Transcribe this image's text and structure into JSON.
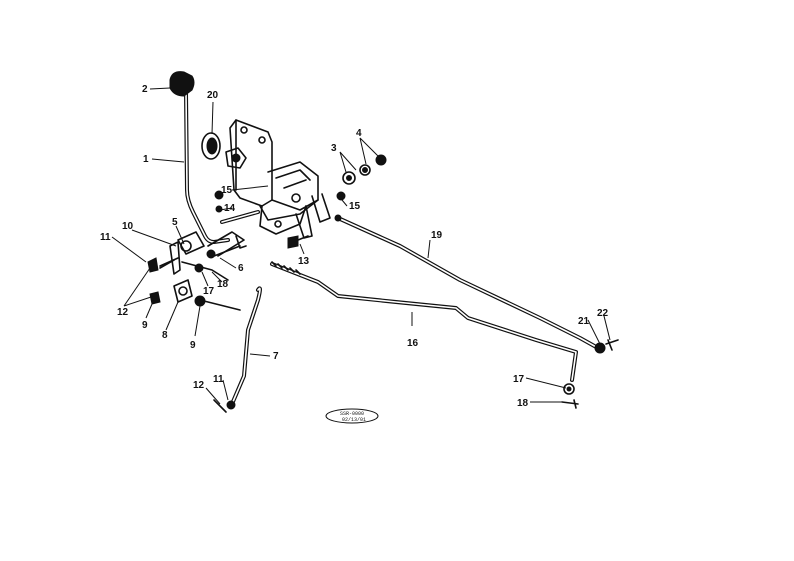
{
  "callouts": [
    {
      "id": "c1",
      "label": "1"
    },
    {
      "id": "c2",
      "label": "2"
    },
    {
      "id": "c20",
      "label": "20"
    },
    {
      "id": "c3",
      "label": "3"
    },
    {
      "id": "c4",
      "label": "4"
    },
    {
      "id": "c15a",
      "label": "15"
    },
    {
      "id": "c14",
      "label": "14"
    },
    {
      "id": "c15b",
      "label": "15"
    },
    {
      "id": "c10",
      "label": "10"
    },
    {
      "id": "c5",
      "label": "5"
    },
    {
      "id": "c11a",
      "label": "11"
    },
    {
      "id": "c6",
      "label": "6"
    },
    {
      "id": "c13",
      "label": "13"
    },
    {
      "id": "c19",
      "label": "19"
    },
    {
      "id": "c17a",
      "label": "17"
    },
    {
      "id": "c18a",
      "label": "18"
    },
    {
      "id": "c12a",
      "label": "12"
    },
    {
      "id": "c9a",
      "label": "9"
    },
    {
      "id": "c8",
      "label": "8"
    },
    {
      "id": "c9b",
      "label": "9"
    },
    {
      "id": "c16",
      "label": "16"
    },
    {
      "id": "c7",
      "label": "7"
    },
    {
      "id": "c11b",
      "label": "11"
    },
    {
      "id": "c12b",
      "label": "12"
    },
    {
      "id": "c21",
      "label": "21"
    },
    {
      "id": "c22",
      "label": "22"
    },
    {
      "id": "c17b",
      "label": "17"
    },
    {
      "id": "c18b",
      "label": "18"
    }
  ],
  "stamp": {
    "line1": "SSR-0000",
    "line2": "02/13/01"
  }
}
